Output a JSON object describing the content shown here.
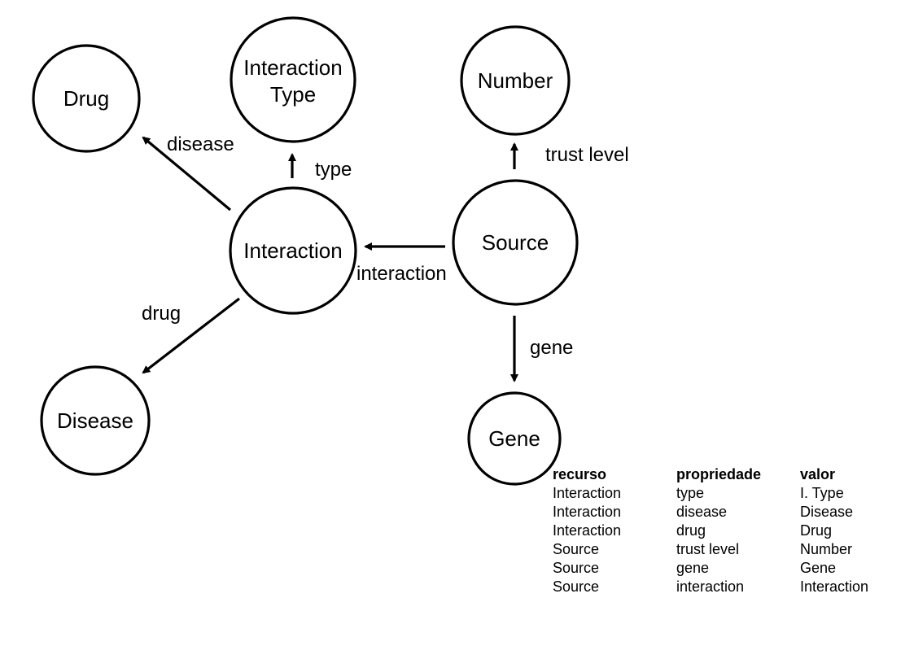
{
  "nodes": {
    "drug": "Drug",
    "interaction_type_line1": "Interaction",
    "interaction_type_line2": "Type",
    "number": "Number",
    "interaction": "Interaction",
    "source": "Source",
    "disease": "Disease",
    "gene": "Gene"
  },
  "edges": {
    "disease": "disease",
    "type": "type",
    "trust_level": "trust level",
    "interaction": "interaction",
    "drug": "drug",
    "gene": "gene"
  },
  "table": {
    "headers": [
      "recurso",
      "propriedade",
      "valor"
    ],
    "rows": [
      [
        "Interaction",
        "type",
        "I. Type"
      ],
      [
        "Interaction",
        "disease",
        "Disease"
      ],
      [
        "Interaction",
        "drug",
        "Drug"
      ],
      [
        "Source",
        "trust level",
        "Number"
      ],
      [
        "Source",
        "gene",
        "Gene"
      ],
      [
        "Source",
        "interaction",
        "Interaction"
      ]
    ]
  }
}
